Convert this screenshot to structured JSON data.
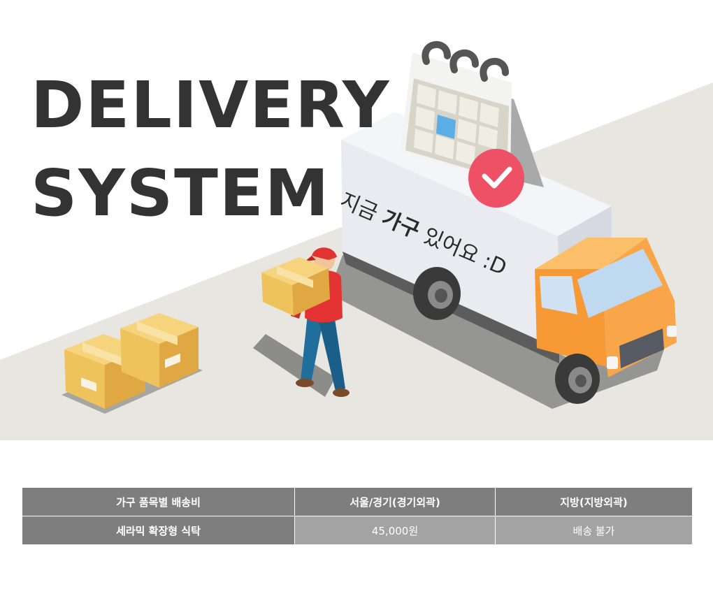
{
  "headline": {
    "line1": "DELIVERY",
    "line2": "SYSTEM"
  },
  "truck": {
    "text_normal_1": "지금",
    "text_bold": "가구",
    "text_normal_2": "있어요 :D"
  },
  "table": {
    "headers": [
      "가구 품목별 배송비",
      "서울/경기(경기외곽)",
      "지방(지방외곽)"
    ],
    "rows": [
      [
        "세라믹 확장형 식탁",
        "45,000원",
        "배송 불가"
      ]
    ]
  },
  "colors": {
    "ground": "#e8e6e0",
    "truck_body": "#e9ebf0",
    "cab": "#f9a64a",
    "calendar_check": "#ee5066",
    "box": "#efc35c",
    "table_header": "#7e7e7e",
    "table_value": "#a3a3a3"
  }
}
